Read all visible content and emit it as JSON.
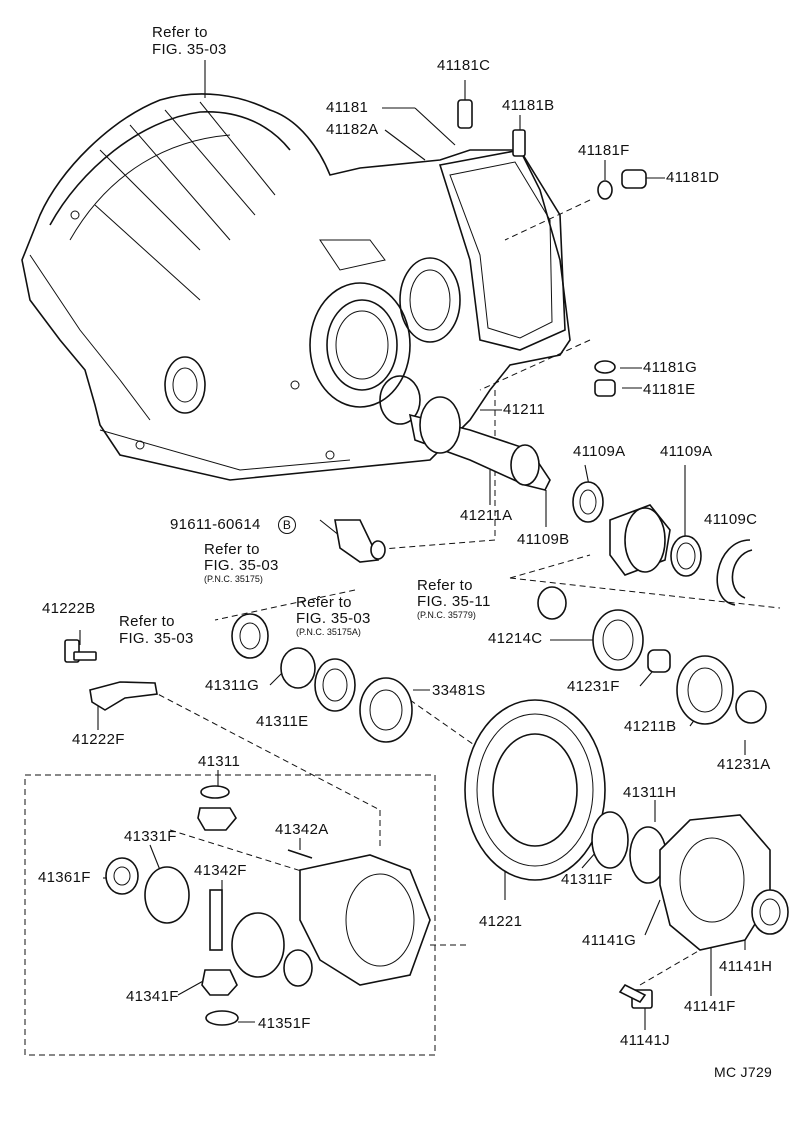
{
  "figure_code": "MC J729",
  "refs": {
    "ref_top_line1": "Refer to",
    "ref_top_line2": "FIG. 35-03",
    "ref_a_line1": "Refer to",
    "ref_a_line2": "FIG. 35-03",
    "ref_a_pnc": "(P.N.C. 35175)",
    "ref_b_line1": "Refer to",
    "ref_b_line2": "FIG. 35-03",
    "ref_b_pnc": "(P.N.C. 35175A)",
    "ref_c_line1": "Refer to",
    "ref_c_line2": "FIG. 35-11",
    "ref_c_pnc": "(P.N.C. 35779)",
    "ref_d_line1": "Refer to",
    "ref_d_line2": "FIG. 35-03"
  },
  "parts": {
    "p41181C": "41181C",
    "p41181": "41181",
    "p41181B": "41181B",
    "p41182A": "41182A",
    "p41181F": "41181F",
    "p41181D": "41181D",
    "p41181G": "41181G",
    "p41181E": "41181E",
    "p41211": "41211",
    "p41109A_1": "41109A",
    "p41109A_2": "41109A",
    "p41211A": "41211A",
    "p41109B": "41109B",
    "p41109C": "41109C",
    "p91611": "91611-60614",
    "p91611_marker": "B",
    "p41222B": "41222B",
    "p41214C": "41214C",
    "p41311G": "41311G",
    "p33481S": "33481S",
    "p41231F": "41231F",
    "p41311E": "41311E",
    "p41211B": "41211B",
    "p41222F": "41222F",
    "p41231A": "41231A",
    "p41311": "41311",
    "p41311H": "41311H",
    "p41331F": "41331F",
    "p41342A": "41342A",
    "p41361F": "41361F",
    "p41342F": "41342F",
    "p41311F": "41311F",
    "p41221": "41221",
    "p41141G": "41141G",
    "p41141H": "41141H",
    "p41341F": "41341F",
    "p41141F": "41141F",
    "p41351F": "41351F",
    "p41141J": "41141J"
  }
}
